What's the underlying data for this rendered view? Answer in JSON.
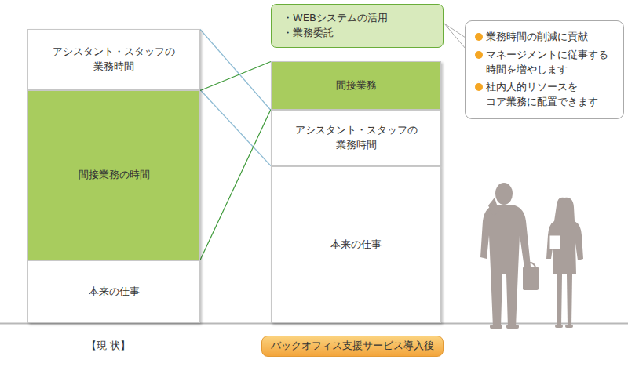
{
  "diagram": {
    "nodes": [
      {
        "text": [
          "アシスタント・スタッフの 業務時間"
        ]
      },
      {
        "text": [
          "間接業務の時間"
        ]
      },
      {
        "text": [
          "本来の仕事"
        ]
      },
      {
        "text": [
          "・WEBシステムの活用",
          "・業務委託"
        ]
      },
      {
        "text": [
          "業務時間の削減に貢献",
          "マネージメントに従事する 時間を増やします",
          "社内人的リソースを コア業務に配置できます"
        ]
      },
      {
        "text": [
          "間接業務"
        ]
      },
      {
        "text": [
          "アシスタント・スタッフの 業務時間"
        ]
      },
      {
        "text": [
          "本来の仕事"
        ]
      },
      {
        "text": [
          "バックオフィス支援サービス導入後"
        ]
      }
    ],
    "edges": [
      {
        "from": 0,
        "to": 6,
        "arrow": "none"
      },
      {
        "from": 1,
        "to": 5,
        "arrow": "none"
      }
    ],
    "labels": [
      "【現 状】"
    ]
  }
}
